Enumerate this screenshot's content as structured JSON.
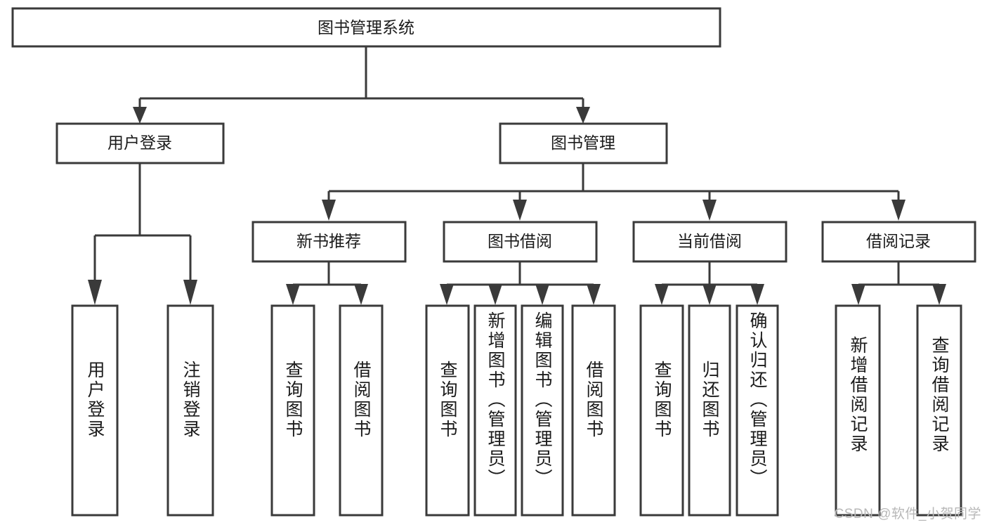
{
  "diagram": {
    "type": "tree-hierarchy",
    "title": "图书管理系统",
    "background_color": "#ffffff",
    "line_color": "#3a3a3a",
    "box_fill": "#ffffff",
    "text_color": "#1b1b1b",
    "levels": 4,
    "root": {
      "label": "图书管理系统",
      "orientation": "horizontal"
    },
    "level1": [
      {
        "label": "用户登录",
        "orientation": "horizontal"
      },
      {
        "label": "图书管理",
        "orientation": "horizontal"
      }
    ],
    "level2": [
      {
        "label": "新书推荐",
        "orientation": "horizontal",
        "parent": "图书管理"
      },
      {
        "label": "图书借阅",
        "orientation": "horizontal",
        "parent": "图书管理"
      },
      {
        "label": "当前借阅",
        "orientation": "horizontal",
        "parent": "图书管理"
      },
      {
        "label": "借阅记录",
        "orientation": "horizontal",
        "parent": "图书管理"
      }
    ],
    "leaves": [
      {
        "label": "用户登录",
        "orientation": "vertical",
        "parent": "用户登录"
      },
      {
        "label": "注销登录",
        "orientation": "vertical",
        "parent": "用户登录"
      },
      {
        "label": "查询图书",
        "orientation": "vertical",
        "parent": "新书推荐"
      },
      {
        "label": "借阅图书",
        "orientation": "vertical",
        "parent": "新书推荐"
      },
      {
        "label": "查询图书",
        "orientation": "vertical",
        "parent": "图书借阅"
      },
      {
        "label": "新增图书（管理员）",
        "orientation": "vertical",
        "parent": "图书借阅"
      },
      {
        "label": "编辑图书（管理员）",
        "orientation": "vertical",
        "parent": "图书借阅"
      },
      {
        "label": "借阅图书",
        "orientation": "vertical",
        "parent": "图书借阅"
      },
      {
        "label": "查询图书",
        "orientation": "vertical",
        "parent": "当前借阅"
      },
      {
        "label": "归还图书",
        "orientation": "vertical",
        "parent": "当前借阅"
      },
      {
        "label": "确认归还（管理员）",
        "orientation": "vertical",
        "parent": "当前借阅"
      },
      {
        "label": "新增借阅记录",
        "orientation": "vertical",
        "parent": "借阅记录"
      },
      {
        "label": "查询借阅记录",
        "orientation": "vertical",
        "parent": "借阅记录"
      }
    ]
  },
  "watermark": {
    "text": "CSDN @软件_小贺同学"
  }
}
